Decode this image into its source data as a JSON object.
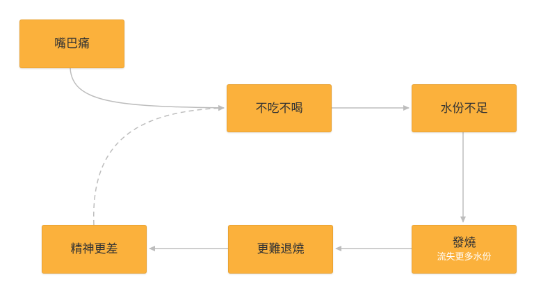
{
  "nodes": {
    "mouth_pain": {
      "label": "嘴巴痛"
    },
    "not_eating": {
      "label": "不吃不喝"
    },
    "lack_water": {
      "label": "水份不足"
    },
    "fever": {
      "label": "發燒",
      "sub": "流失更多水份"
    },
    "harder_fever": {
      "label": "更難退燒"
    },
    "worse_spirit": {
      "label": "精神更差"
    }
  },
  "colors": {
    "node_fill": "#fbb13c",
    "node_sub_text": "#ffffff",
    "connector": "#bdbdbd"
  },
  "edges": [
    {
      "from": "mouth_pain",
      "to": "not_eating",
      "style": "solid"
    },
    {
      "from": "not_eating",
      "to": "lack_water",
      "style": "solid"
    },
    {
      "from": "lack_water",
      "to": "fever",
      "style": "solid"
    },
    {
      "from": "fever",
      "to": "harder_fever",
      "style": "solid"
    },
    {
      "from": "harder_fever",
      "to": "worse_spirit",
      "style": "solid"
    },
    {
      "from": "worse_spirit",
      "to": "not_eating",
      "style": "dashed"
    }
  ]
}
